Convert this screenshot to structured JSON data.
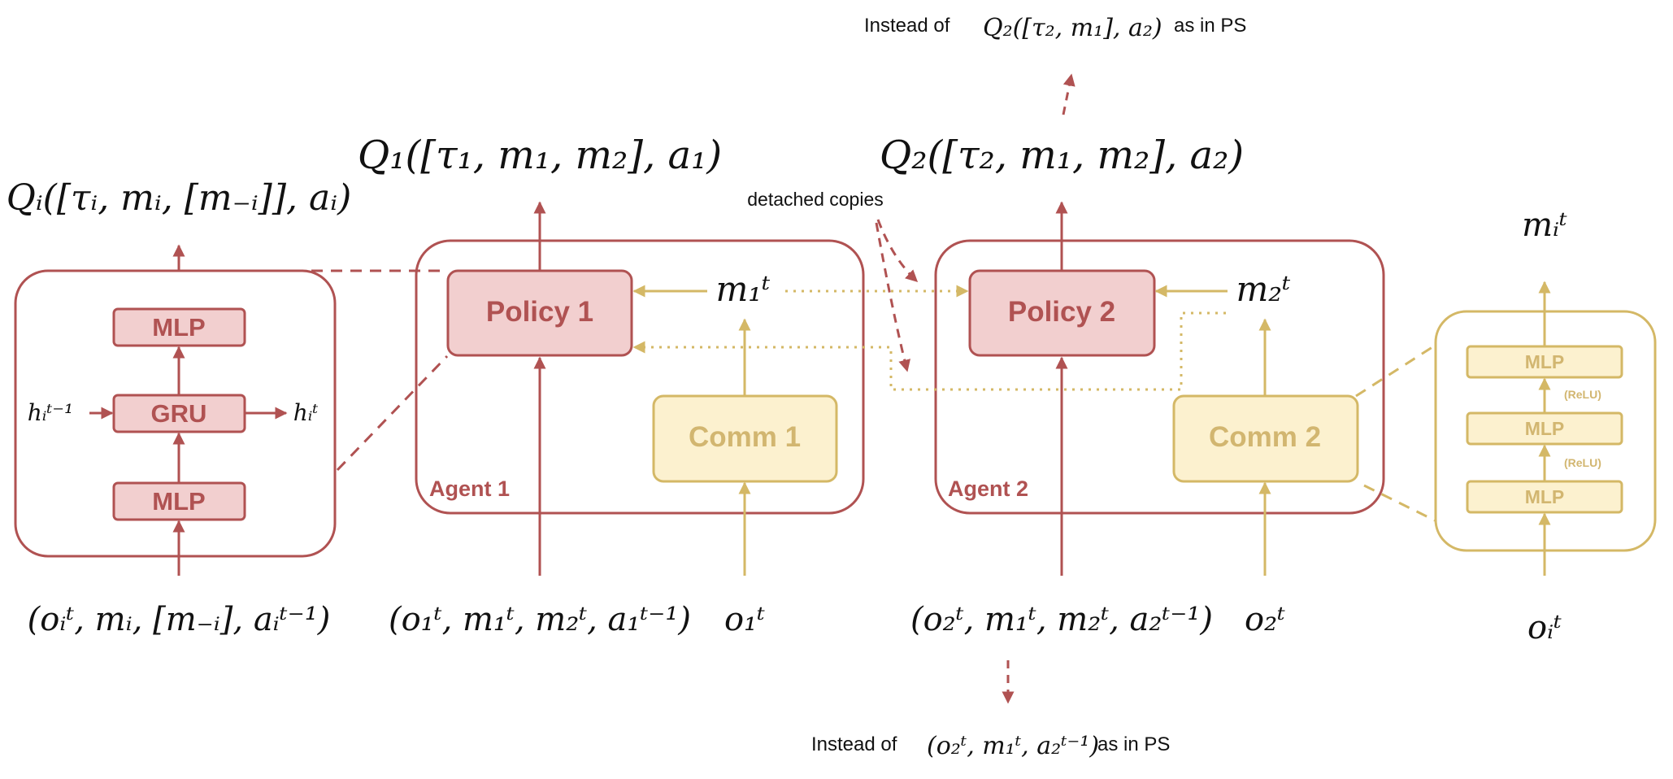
{
  "colors": {
    "red": "#b05252",
    "red_fill": "#f2cfcf",
    "gold": "#d4b866",
    "gold_fill": "#fcf1cf",
    "gold_text": "#d2b670",
    "text": "#111111"
  },
  "left_panel": {
    "output": "Qᵢ([τᵢ, mᵢ, [m₋ᵢ]], aᵢ)",
    "mlp_top": "MLP",
    "gru": "GRU",
    "mlp_bottom": "MLP",
    "h_prev": "hᵢᵗ⁻¹",
    "h_next": "hᵢᵗ",
    "input": "(oᵢᵗ, mᵢ, [m₋ᵢ], aᵢᵗ⁻¹)"
  },
  "agent1": {
    "label": "Agent 1",
    "policy": "Policy 1",
    "comm": "Comm 1",
    "message": "m₁ᵗ",
    "output": "Q₁([τ₁, m₁, m₂], a₁)",
    "policy_input": "(o₁ᵗ, m₁ᵗ, m₂ᵗ, a₁ᵗ⁻¹)",
    "comm_input": "o₁ᵗ"
  },
  "agent2": {
    "label": "Agent 2",
    "policy": "Policy 2",
    "comm": "Comm 2",
    "message": "m₂ᵗ",
    "output": "Q₂([τ₂, m₁, m₂], a₂)",
    "policy_input": "(o₂ᵗ, m₁ᵗ, m₂ᵗ, a₂ᵗ⁻¹)",
    "comm_input": "o₂ᵗ"
  },
  "notes": {
    "detached": "detached copies",
    "top_prefix": "Instead of",
    "top_math": "Q₂([τ₂, m₁], a₂)",
    "top_suffix": "as in PS",
    "bottom_prefix": "Instead of",
    "bottom_math": "(o₂ᵗ, m₁ᵗ, a₂ᵗ⁻¹)",
    "bottom_suffix": "as in PS"
  },
  "right_panel": {
    "output": "mᵢᵗ",
    "mlp_top": "MLP",
    "relu_top": "(ReLU)",
    "mlp_middle": "MLP",
    "relu_bottom": "(ReLU)",
    "mlp_bottom": "MLP",
    "input": "oᵢᵗ"
  }
}
